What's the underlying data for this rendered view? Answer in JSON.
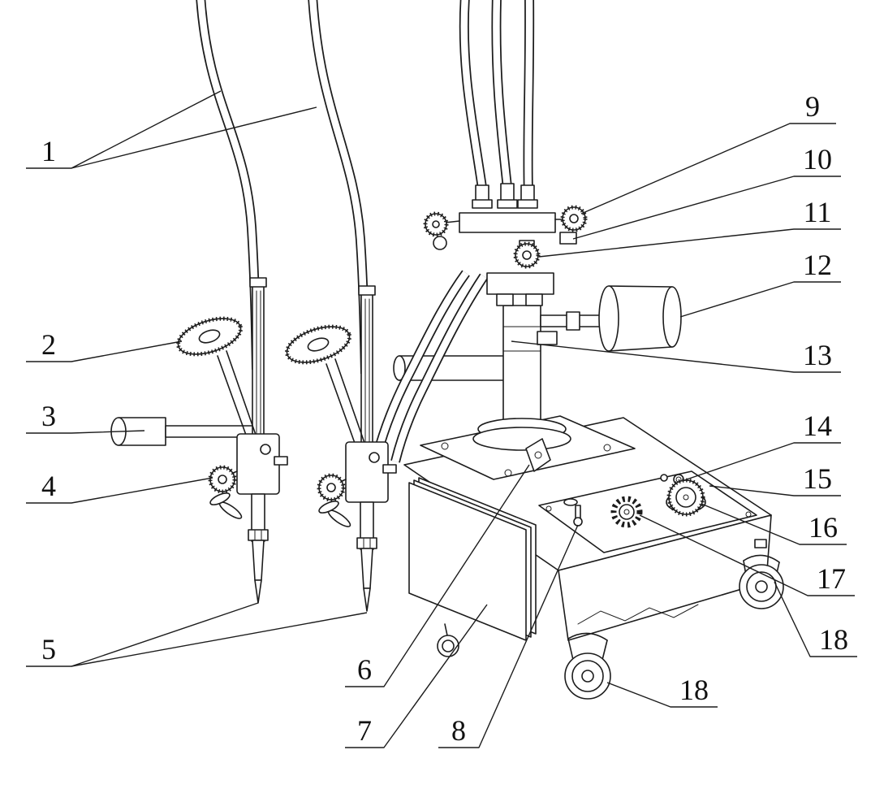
{
  "figure": {
    "background": "#ffffff",
    "ink": "#1c1c1c"
  },
  "callouts": [
    {
      "id": "c1",
      "text": "1"
    },
    {
      "id": "c2",
      "text": "2"
    },
    {
      "id": "c3",
      "text": "3"
    },
    {
      "id": "c4",
      "text": "4"
    },
    {
      "id": "c5",
      "text": "5"
    },
    {
      "id": "c6",
      "text": "6"
    },
    {
      "id": "c7",
      "text": "7"
    },
    {
      "id": "c8",
      "text": "8"
    },
    {
      "id": "c9",
      "text": "9"
    },
    {
      "id": "c10",
      "text": "10"
    },
    {
      "id": "c11",
      "text": "11"
    },
    {
      "id": "c12",
      "text": "12"
    },
    {
      "id": "c13",
      "text": "13"
    },
    {
      "id": "c14",
      "text": "14"
    },
    {
      "id": "c15",
      "text": "15"
    },
    {
      "id": "c16",
      "text": "16"
    },
    {
      "id": "c17",
      "text": "17"
    },
    {
      "id": "c18",
      "text": "18"
    },
    {
      "id": "c18b",
      "text": "18"
    }
  ]
}
